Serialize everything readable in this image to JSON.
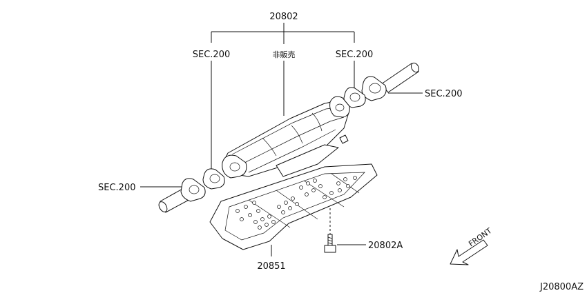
{
  "labels": {
    "assembly_part": "20802",
    "sec_left_top": "SEC.200",
    "not_for_sale": "非販売",
    "sec_right_top": "SEC.200",
    "sec_right": "SEC.200",
    "sec_left": "SEC.200",
    "bolt_part": "20802A",
    "heat_shield_part": "20851",
    "front": "FRONT",
    "diagram_id": "J20800AZ"
  }
}
